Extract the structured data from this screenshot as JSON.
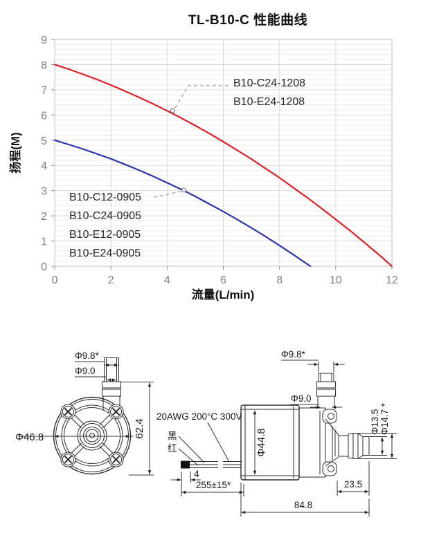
{
  "chart_data": {
    "type": "line",
    "title": "TL-B10-C 性能曲线",
    "xlabel": "流量(L/min)",
    "ylabel": "扬程(M)",
    "xlim": [
      0,
      12
    ],
    "ylim": [
      0,
      9
    ],
    "xticks": [
      0,
      2,
      4,
      6,
      8,
      10,
      12
    ],
    "yticks": [
      0,
      1,
      2,
      3,
      4,
      5,
      6,
      7,
      8,
      9
    ],
    "grid": {
      "x_major_step": 2,
      "y_major_step": 1,
      "y_minor_step": 0.2,
      "legend": "none"
    },
    "series": [
      {
        "name": "B10-C24-1208 / B10-E24-1208",
        "color": "#e31e24",
        "labels": [
          "B10-C24-1208",
          "B10-E24-1208"
        ],
        "marker": [
          4.2,
          6.17
        ],
        "points": [
          [
            0,
            8.0
          ],
          [
            0.5,
            7.82
          ],
          [
            1,
            7.62
          ],
          [
            1.5,
            7.41
          ],
          [
            2,
            7.19
          ],
          [
            2.5,
            6.95
          ],
          [
            3,
            6.7
          ],
          [
            3.5,
            6.44
          ],
          [
            4,
            6.17
          ],
          [
            4.5,
            5.88
          ],
          [
            5,
            5.58
          ],
          [
            5.5,
            5.27
          ],
          [
            6,
            4.94
          ],
          [
            6.5,
            4.6
          ],
          [
            7,
            4.25
          ],
          [
            7.5,
            3.88
          ],
          [
            8,
            3.51
          ],
          [
            8.5,
            3.11
          ],
          [
            9,
            2.71
          ],
          [
            9.5,
            2.29
          ],
          [
            10,
            1.86
          ],
          [
            10.5,
            1.42
          ],
          [
            11,
            0.96
          ],
          [
            11.5,
            0.49
          ],
          [
            12,
            0.0
          ]
        ]
      },
      {
        "name": "B10-C12-0905 / B10-C24-0905 / B10-E12-0905 / B10-E24-0905",
        "color": "#2733b0",
        "labels": [
          "B10-C12-0905",
          "B10-C24-0905",
          "B10-E12-0905",
          "B10-E24-0905"
        ],
        "marker": [
          4.6,
          3.02
        ],
        "points": [
          [
            0,
            5.0
          ],
          [
            0.5,
            4.83
          ],
          [
            1,
            4.65
          ],
          [
            1.5,
            4.46
          ],
          [
            2,
            4.26
          ],
          [
            2.5,
            4.04
          ],
          [
            3,
            3.81
          ],
          [
            3.5,
            3.57
          ],
          [
            4,
            3.31
          ],
          [
            4.5,
            3.05
          ],
          [
            5,
            2.77
          ],
          [
            5.5,
            2.47
          ],
          [
            6,
            2.17
          ],
          [
            6.5,
            1.85
          ],
          [
            7,
            1.52
          ],
          [
            7.5,
            1.18
          ],
          [
            8,
            0.82
          ],
          [
            8.5,
            0.45
          ],
          [
            9,
            0.07
          ],
          [
            9.1,
            0.0
          ]
        ]
      }
    ]
  },
  "drawing": {
    "front_view": {
      "outlet_od": "Φ9.8*",
      "outlet_id": "Φ9.0",
      "body_diameter": "Φ46.8",
      "height": "62.4"
    },
    "side_view": {
      "outlet_od": "Φ9.8*",
      "outlet_id": "Φ9.0",
      "motor_diameter": "Φ44.8",
      "inlet_tip_diameter": "Φ13.5",
      "inlet_od": "Φ14.7 *",
      "inlet_length": "23.5",
      "total_length": "84.8"
    },
    "cable": {
      "spec": "20AWG 200°C 300V",
      "black_wire": "黑",
      "red_wire": "红",
      "strip_length": "4",
      "cable_length": "255±15*"
    }
  }
}
